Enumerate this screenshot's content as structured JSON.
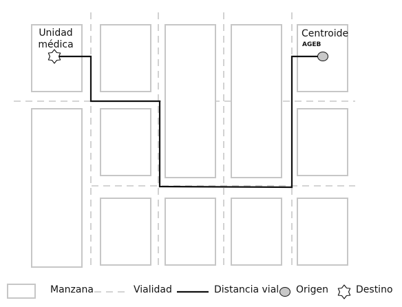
{
  "labels": {
    "unidad_medica": "Unidad médica",
    "centroide": "Centroide",
    "ageb": "AGEB"
  },
  "legend": {
    "manzana": "Manzana",
    "vialidad": "Vialidad",
    "distancia_vial": "Distancia vial",
    "origen": "Origen",
    "destino": "Destino"
  },
  "colors": {
    "block_stroke": "#c6c6c6",
    "road_dash": "#c6c6c6",
    "route": "#111111",
    "origin_fill": "#c8c8c8"
  },
  "icons": {
    "origin": "circle-icon",
    "destination": "six-point-star-icon"
  }
}
